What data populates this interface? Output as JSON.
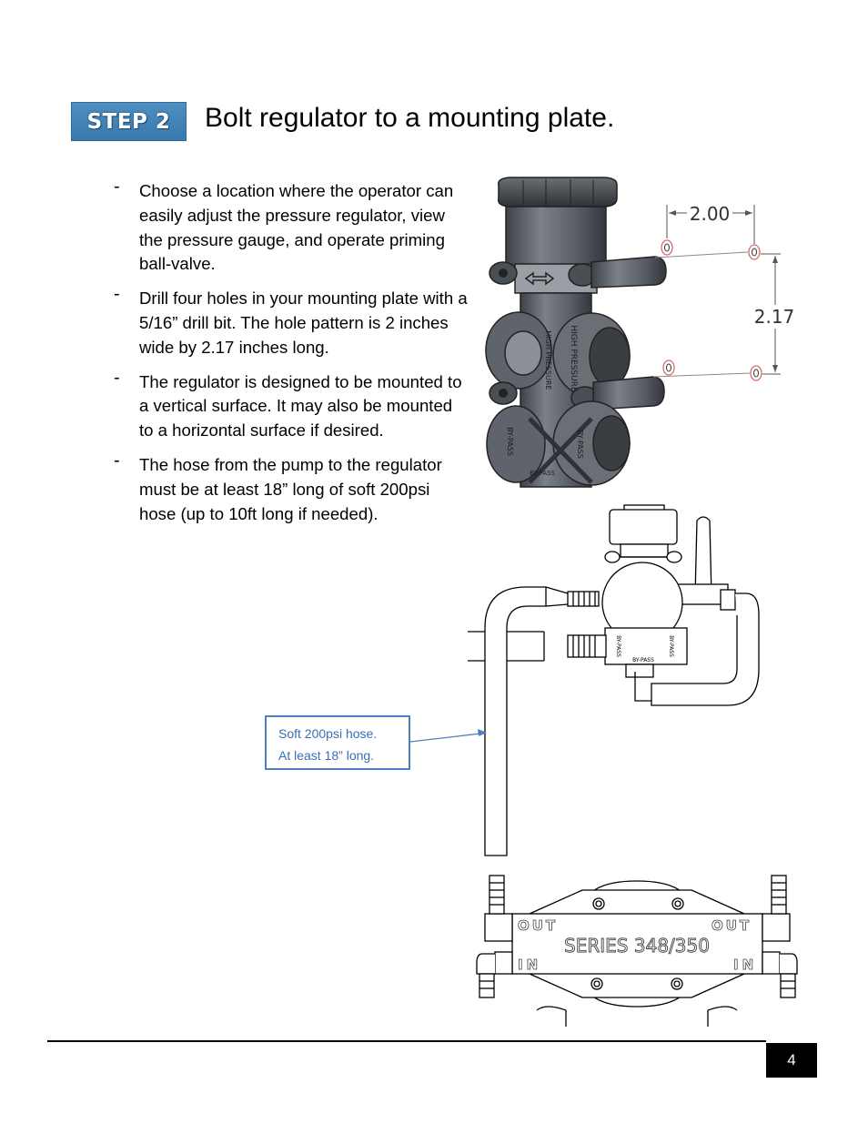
{
  "step": {
    "badge": "STEP 2",
    "title": "Bolt regulator to a mounting plate."
  },
  "bullets": [
    {
      "dash": "-",
      "text": "Choose a location where the operator can easily adjust the pressure regulator, view the pressure gauge, and operate priming ball-valve."
    },
    {
      "dash": "-",
      "text": "Drill four holes in your mounting plate with a 5/16” drill bit.  The hole pattern is 2 inches wide by 2.17 inches long."
    },
    {
      "dash": "-",
      "text": "The regulator is designed to be mounted to a vertical surface.  It may also be mounted to a horizontal surface if desired."
    },
    {
      "dash": "-",
      "text": "The hose from the pump to the regulator must be at least 18” long of soft 200psi hose (up to 10ft long if needed)."
    }
  ],
  "dimensions": {
    "width": "2.00",
    "length": "2.17"
  },
  "regulator_labels": {
    "high_pressure_left": "HIGH PRESSURE",
    "high_pressure_right": "HIGH PRESSURE",
    "bypass_left": "BY-PASS",
    "bypass_right": "BY-PASS",
    "bypass_bottom": "BY-PASS"
  },
  "side_view_labels": {
    "bypass_a": "BY-PASS",
    "bypass_b": "BY-PASS",
    "bypass_c": "BY-PASS"
  },
  "pump_labels": {
    "out_left": "OUT",
    "out_right": "OUT",
    "series": "SERIES 348/350",
    "in_left": "IN",
    "in_right": "IN"
  },
  "callout": {
    "line1": "Soft 200psi hose.",
    "line2": "At least 18” long."
  },
  "page_number": "4",
  "colors": {
    "badge_blue": "#3a78ab",
    "callout_blue": "#4f7fc0",
    "regulator_gray": "#5a5e66"
  }
}
